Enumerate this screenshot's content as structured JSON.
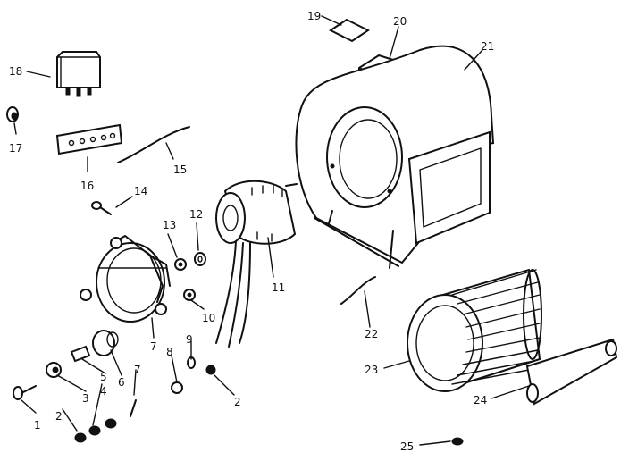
{
  "callouts": {
    "c1": "1",
    "c2a": "2",
    "c2b": "2",
    "c3": "3",
    "c4": "4",
    "c5": "5",
    "c6": "6",
    "c7a": "7",
    "c7b": "7",
    "c8": "8",
    "c9": "9",
    "c10": "10",
    "c11": "11",
    "c12": "12",
    "c13": "13",
    "c14": "14",
    "c15": "15",
    "c16": "16",
    "c17": "17",
    "c18": "18",
    "c19": "19",
    "c20": "20",
    "c21": "21",
    "c22": "22",
    "c23": "23",
    "c24": "24",
    "c25": "25"
  }
}
